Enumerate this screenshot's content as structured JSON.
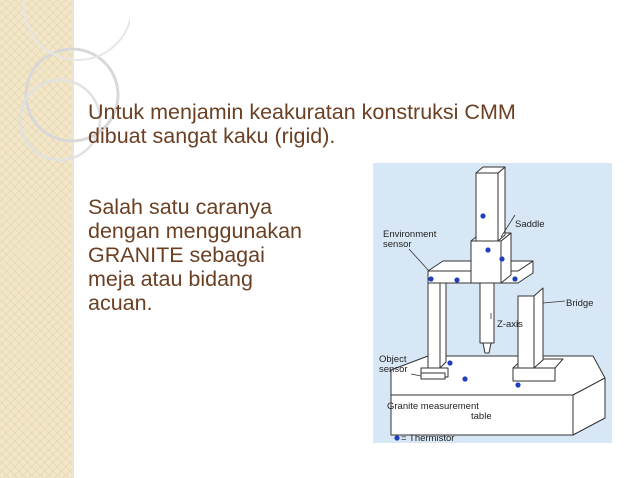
{
  "slide": {
    "paragraph1": [
      "Untuk menjamin keakuratan konstruksi CMM",
      "dibuat sangat kaku (rigid)."
    ],
    "paragraph2": [
      "Salah satu caranya",
      "dengan menggunakan",
      "GRANITE sebagai",
      "meja atau bidang",
      "acuan."
    ]
  },
  "figure": {
    "labels": {
      "saddle": "Saddle",
      "env1": "Environment",
      "env2": "sensor",
      "bridge": "Bridge",
      "zaxis": "Z-axis",
      "obj1": "Object",
      "obj2": "sensor",
      "gran1": "Granite measurement",
      "gran2": "table",
      "legend": "= Thermistor"
    }
  },
  "colors": {
    "text": "#6b3f22",
    "figure_bg": "#d8e7f5",
    "thermistor": "#1f3fbf",
    "left_band": "#f2e6c8"
  }
}
